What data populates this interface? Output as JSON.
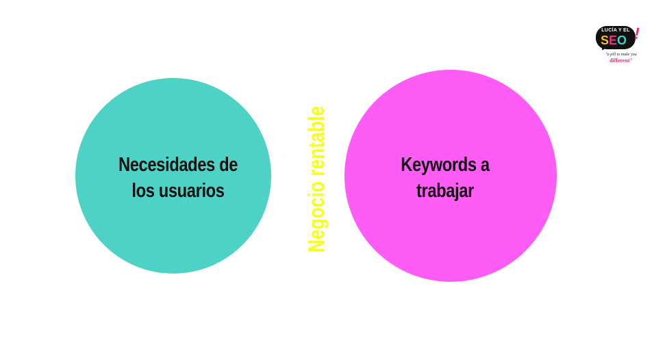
{
  "diagram": {
    "type": "venn",
    "circles": [
      {
        "label_lines": [
          "Necesidades de",
          "los usuarios"
        ],
        "color": "#4ed2c6"
      },
      {
        "label_lines": [
          "Keywords a",
          "trabajar"
        ],
        "color": "#fd5cf5"
      }
    ],
    "intersection": {
      "label": "Negocio rentable",
      "color": "#c43ee6",
      "text_color": "#f7ff1e"
    }
  },
  "logo": {
    "top_text": "LUCÍA Y EL",
    "seo_s": "S",
    "seo_e": "E",
    "seo_o": "O",
    "exclaim": "!",
    "tagline": "\"a pill to make you",
    "tagline_emphasis": "different\""
  }
}
